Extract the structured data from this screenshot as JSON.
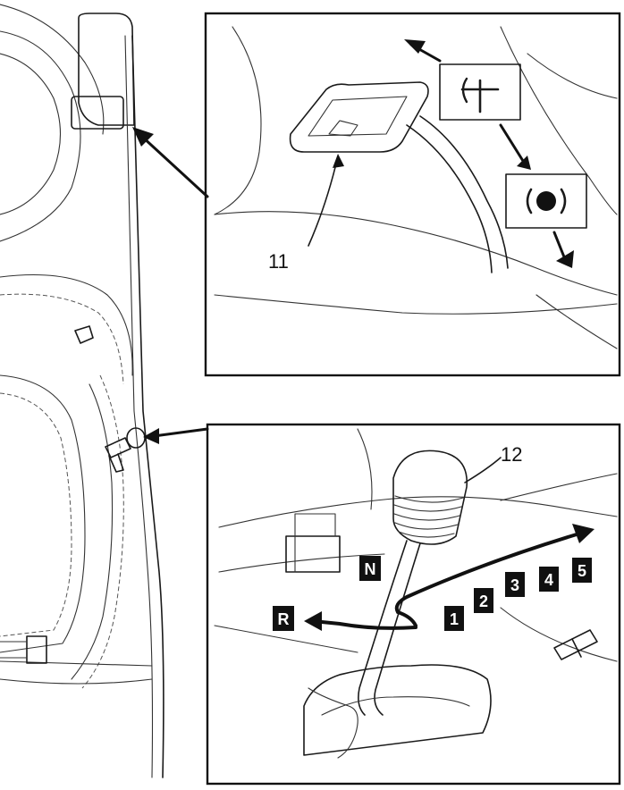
{
  "callouts": {
    "pedal_number": "11",
    "lever_number": "12"
  },
  "gear_labels": {
    "reverse": "R",
    "neutral": "N",
    "g1": "1",
    "g2": "2",
    "g3": "3",
    "g4": "4",
    "g5": "5"
  },
  "symbols": {
    "clutch": "clutch-pedal-symbol",
    "brake": "brake-symbol"
  },
  "colors": {
    "ink": "#111111",
    "paper": "#ffffff"
  }
}
